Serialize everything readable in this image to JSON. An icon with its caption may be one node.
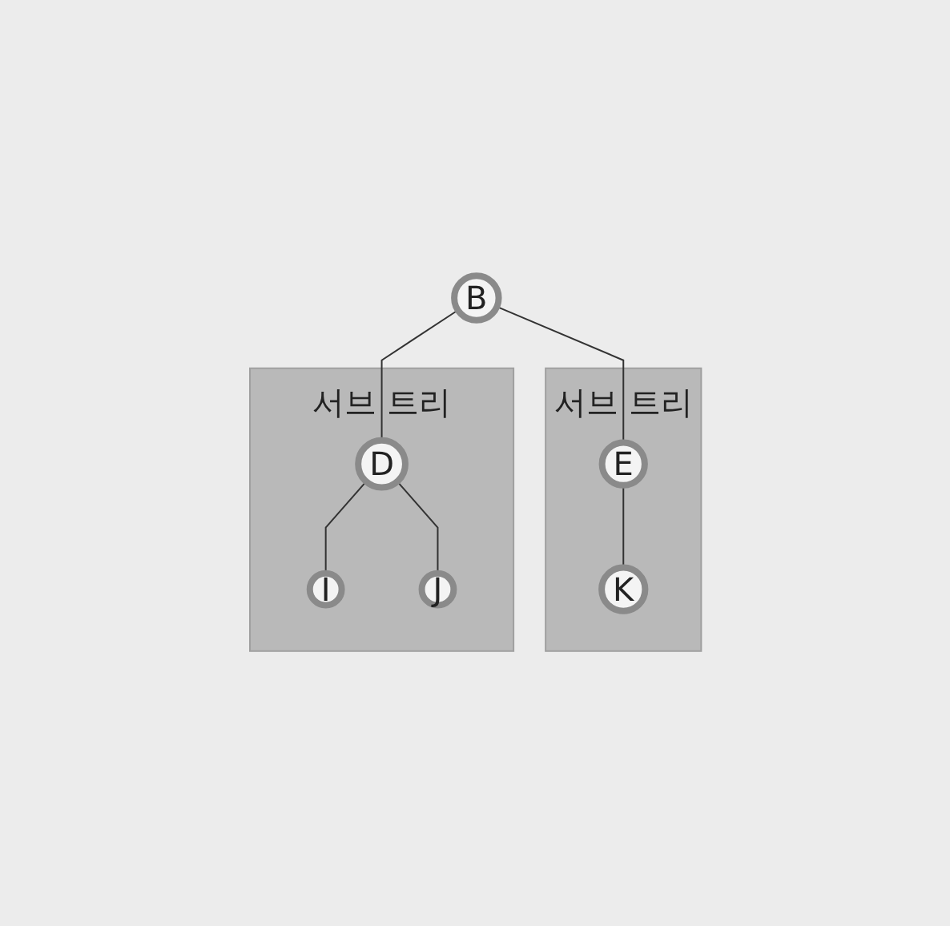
{
  "diagram": {
    "nodes": [
      {
        "text": [
          "B"
        ]
      },
      {
        "text": [
          "서브 트리"
        ]
      },
      {
        "text": [
          "D"
        ],
        "in": 1
      },
      {
        "text": [
          "I"
        ],
        "in": 1
      },
      {
        "text": [
          "J"
        ],
        "in": 1
      },
      {
        "text": [
          "서브 트리"
        ]
      },
      {
        "text": [
          "E"
        ],
        "in": 5
      },
      {
        "text": [
          "K"
        ],
        "in": 5
      }
    ],
    "edges": [
      {
        "from": 0,
        "to": 2,
        "arrow": "none"
      },
      {
        "from": 0,
        "to": 6,
        "arrow": "none"
      },
      {
        "from": 2,
        "to": 3,
        "arrow": "none"
      },
      {
        "from": 2,
        "to": 4,
        "arrow": "none"
      },
      {
        "from": 6,
        "to": 7,
        "arrow": "none"
      }
    ]
  }
}
